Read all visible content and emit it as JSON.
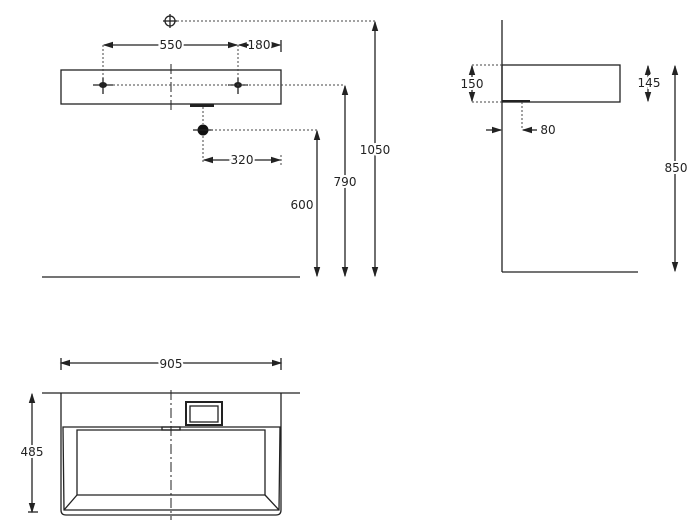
{
  "front_view": {
    "dims": {
      "tap_spacing": "550",
      "tap_to_edge": "180",
      "waste_offset": "320",
      "waste_height": "600",
      "rim_height": "790",
      "supply_height": "1050"
    }
  },
  "side_view": {
    "dims": {
      "overall_depth": "150",
      "rim_depth": "145",
      "waste_projection": "80",
      "rim_height": "850"
    }
  },
  "top_view": {
    "dims": {
      "width": "905",
      "projection": "485"
    }
  }
}
